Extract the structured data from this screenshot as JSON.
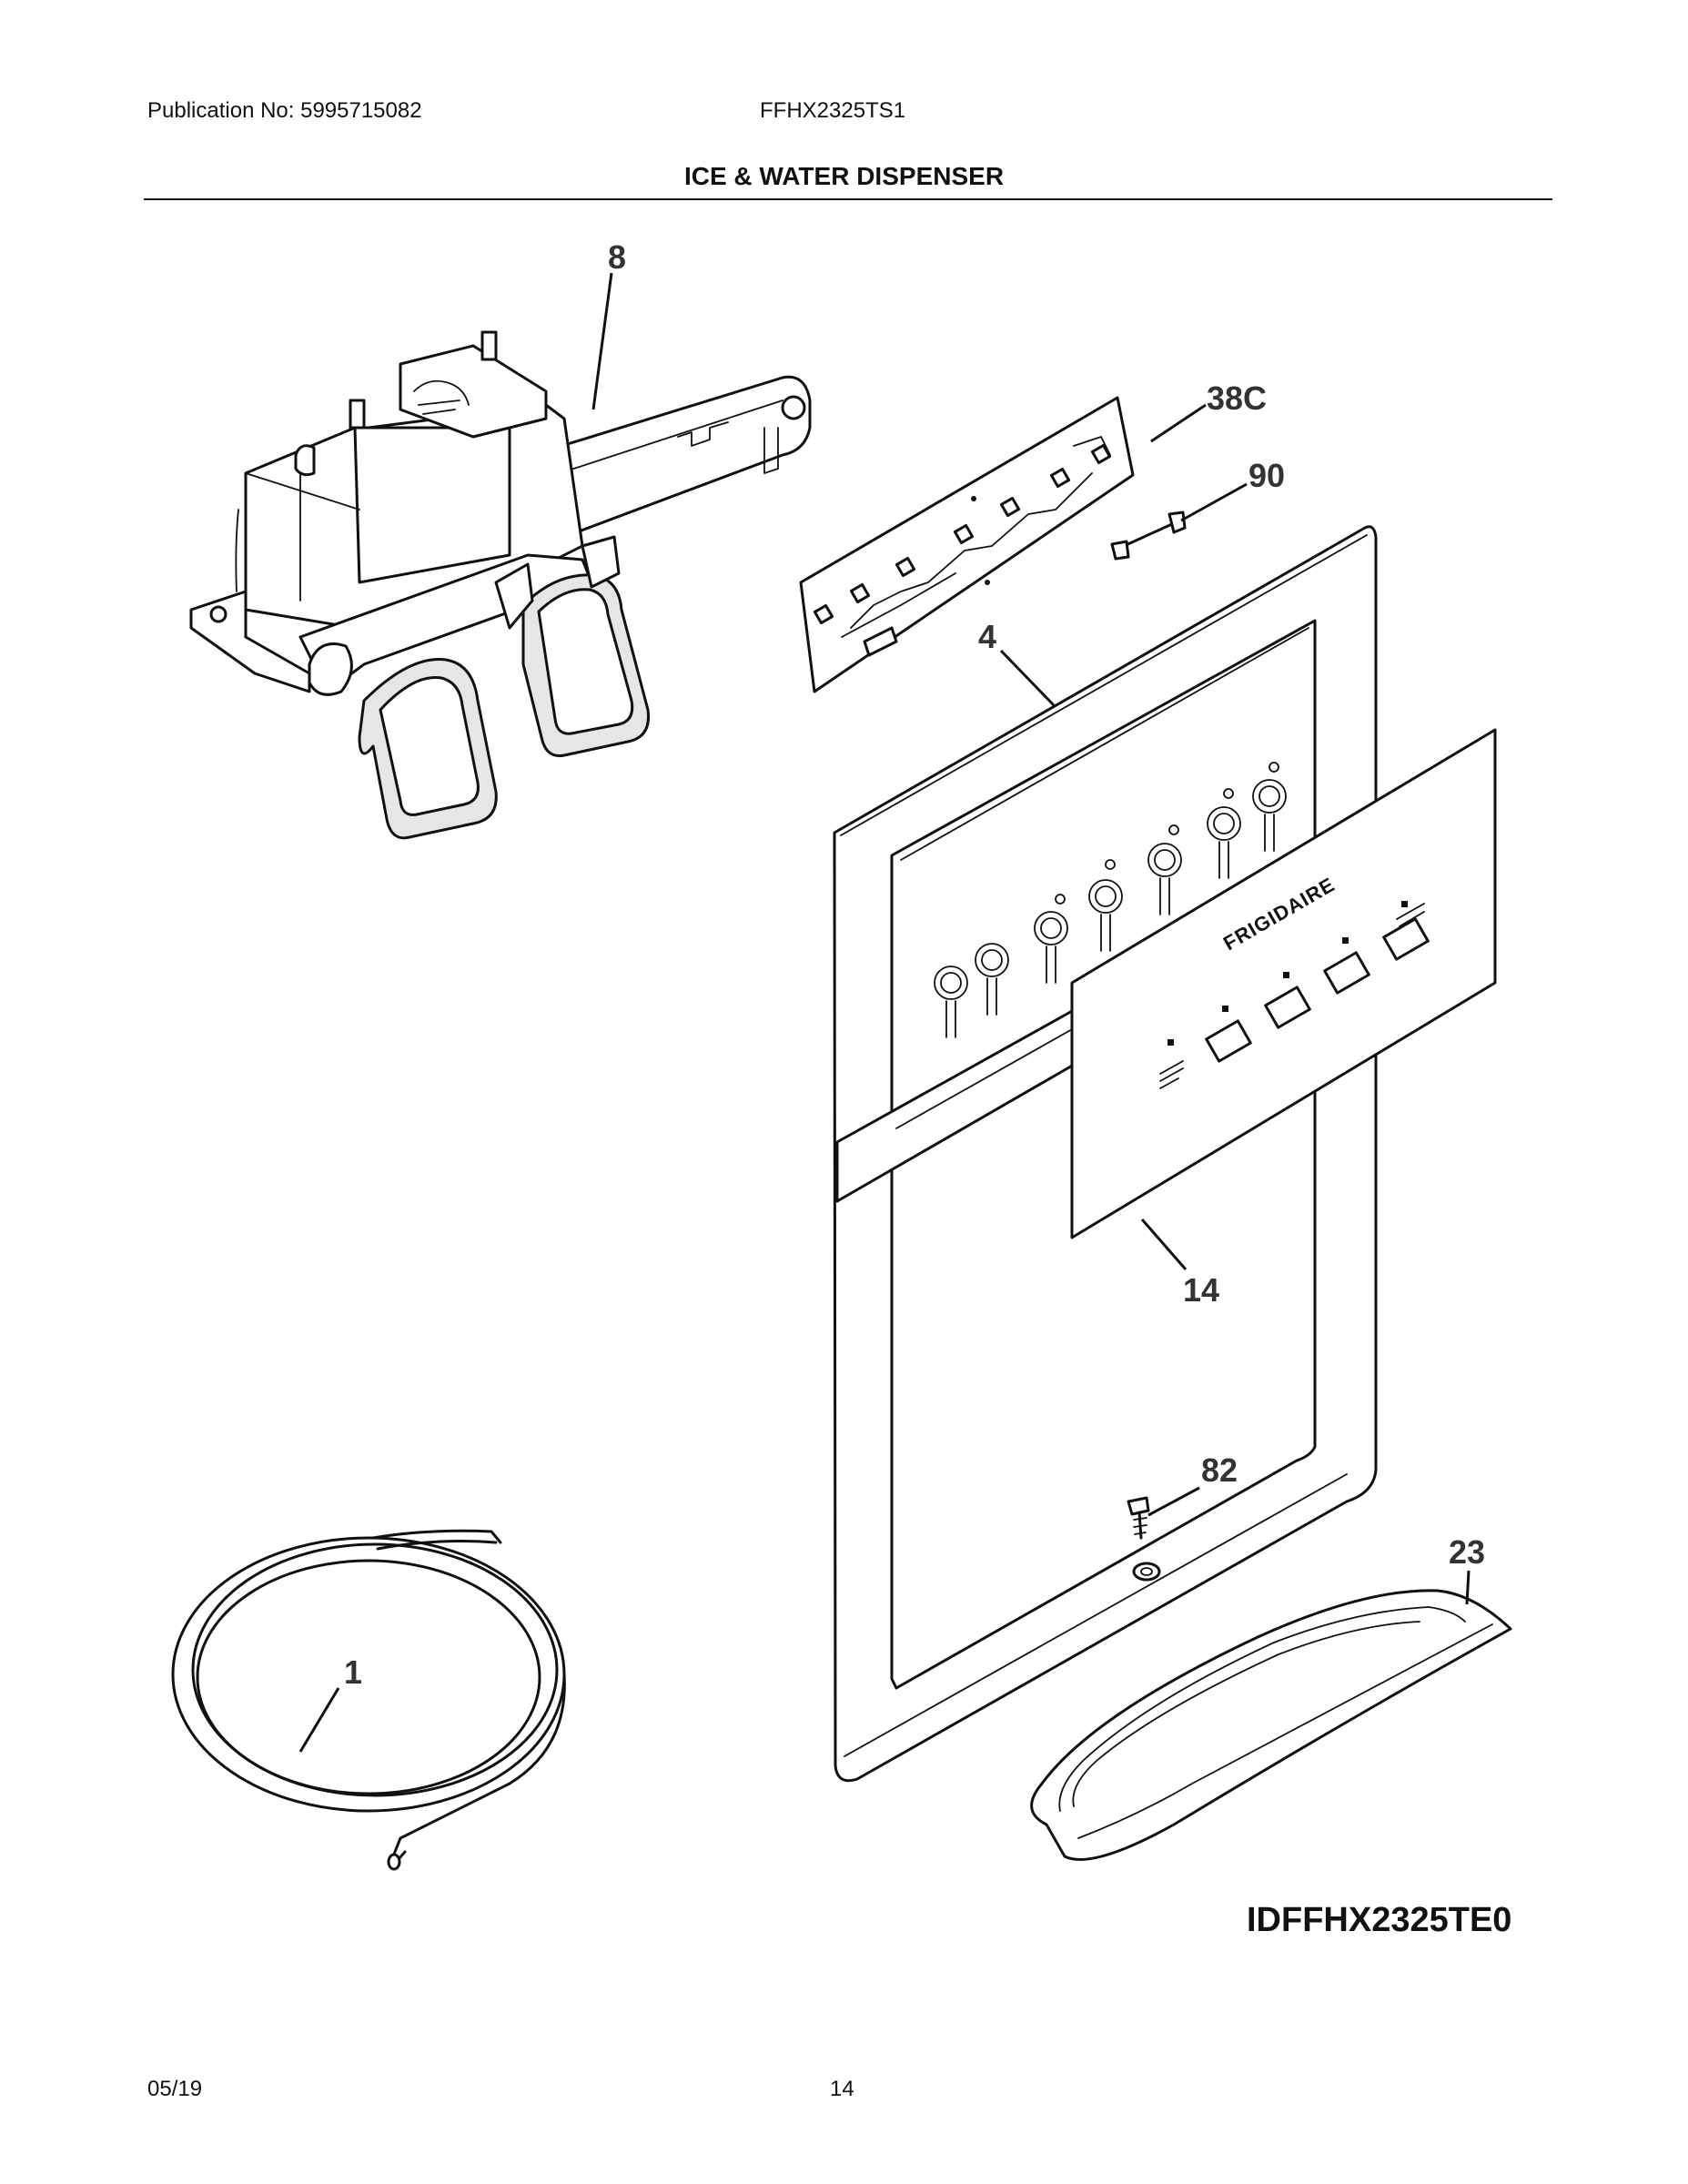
{
  "header": {
    "publication": "Publication No: 5995715082",
    "model": "FFHX2325TS1",
    "title": "ICE & WATER DISPENSER"
  },
  "callouts": {
    "c8": "8",
    "c38c": "38C",
    "c90": "90",
    "c4": "4",
    "c14": "14",
    "c82": "82",
    "c23": "23",
    "c1": "1"
  },
  "panel_brand": "FRIGIDAIRE",
  "drawing_id": "IDFFHX2325TE0",
  "footer": {
    "date": "05/19",
    "page": "14"
  }
}
